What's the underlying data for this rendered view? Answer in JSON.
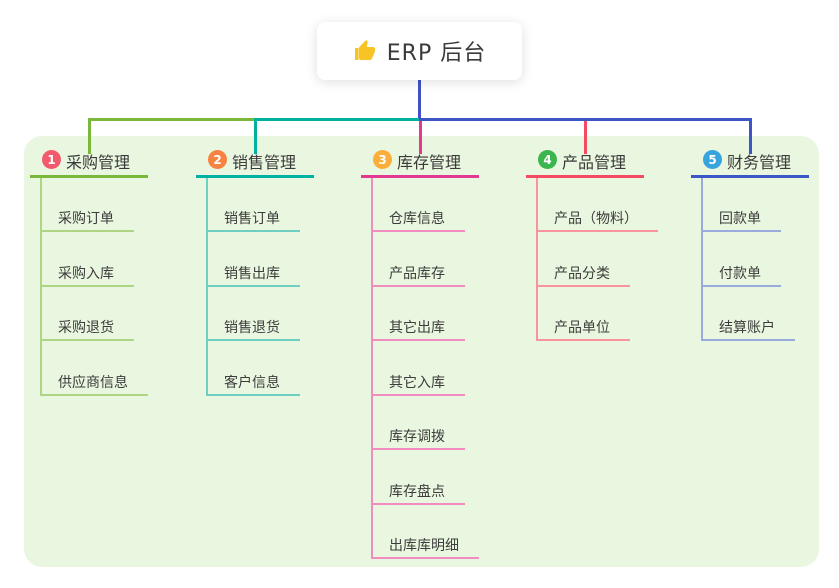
{
  "root": {
    "label": "ERP 后台",
    "icon": "thumbs-up-icon",
    "icon_color": "#f7c325",
    "stem_color": "#4150c8"
  },
  "panel": {
    "background": "#eaf7e0"
  },
  "branches": [
    {
      "num": "1",
      "label": "采购管理",
      "badge_color": "#f25b6c",
      "line_color": "#7ab83b",
      "child_line_color": "#aed584",
      "children": [
        "采购订单",
        "采购入库",
        "采购退货",
        "供应商信息"
      ]
    },
    {
      "num": "2",
      "label": "销售管理",
      "badge_color": "#f6833f",
      "line_color": "#00b0a0",
      "child_line_color": "#6fcfc3",
      "children": [
        "销售订单",
        "销售出库",
        "销售退货",
        "客户信息"
      ]
    },
    {
      "num": "3",
      "label": "库存管理",
      "badge_color": "#fbae3c",
      "line_color": "#e23a93",
      "child_line_color": "#f08cc0",
      "children": [
        "仓库信息",
        "产品库存",
        "其它出库",
        "其它入库",
        "库存调拨",
        "库存盘点",
        "出库库明细"
      ]
    },
    {
      "num": "4",
      "label": "产品管理",
      "badge_color": "#3cb54e",
      "line_color": "#f44a62",
      "child_line_color": "#f9949f",
      "children": [
        "产品（物料）",
        "产品分类",
        "产品单位"
      ]
    },
    {
      "num": "5",
      "label": "财务管理",
      "badge_color": "#38a4de",
      "line_color": "#3c56c6",
      "child_line_color": "#98aade",
      "children": [
        "回款单",
        "付款单",
        "结算账户"
      ]
    }
  ]
}
